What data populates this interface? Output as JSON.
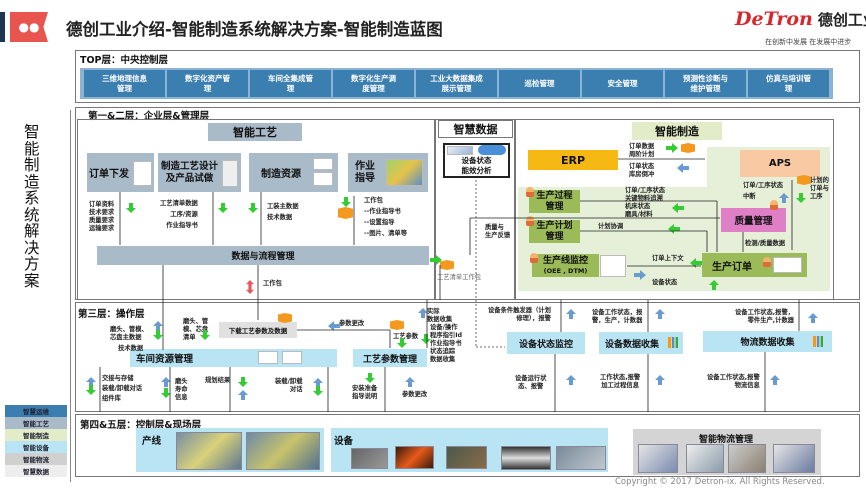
{
  "header": {
    "title": "德创工业介绍-智能制造系统解决方案-智能制造蓝图",
    "logo_en": "DeTron",
    "logo_cn": "德创工业",
    "slogan": "在创新中发展 在发展中进步"
  },
  "side_title": "智能制造系统解决方案",
  "legend": [
    {
      "label": "智慧运维",
      "color": "#3b7eb0"
    },
    {
      "label": "智能工艺",
      "color": "#a9bac9"
    },
    {
      "label": "智能制造",
      "color": "#e3ecc8"
    },
    {
      "label": "智能设备",
      "color": "#b8e4f4"
    },
    {
      "label": "智能物流",
      "color": "#d0d0d0"
    },
    {
      "label": "智慧数据",
      "color": "#eeeeee"
    }
  ],
  "top_layer": {
    "title": "TOP层：中央控制层",
    "items": [
      "三维地理信息\n管理",
      "数字化资产管\n理",
      "车间全集成管\n理",
      "数字化生产调\n度管理",
      "工业大数据集成\n展示管理",
      "巡检管理",
      "安全管理",
      "预测性诊断与\n维护管理",
      "仿真与培训管\n理"
    ]
  },
  "layer12": {
    "title": "第一&二层：企业层&管理层",
    "craft": {
      "header": "智能工艺",
      "cards": [
        "订单下发",
        "制造工艺设计\n及产品试做",
        "制造资源",
        "作业\n指导"
      ],
      "labels": [
        "订单资料\n技术要求\n质量要求\n运输要求",
        "工艺清单数据\n工序/资源\n作业指导书",
        "工装主数据\n技术数据",
        "工作包\n--作业指导书\n--设置指导\n--图片、清单等"
      ],
      "data_bar": "数据与流程管理",
      "work_package": "工作包"
    },
    "data": {
      "header": "智慧数据",
      "box": "设备状态\n能效分析",
      "feedback": "质量与\n生产反馈",
      "bom_package": "工艺清单工作包"
    },
    "mfg": {
      "header": "智能制造",
      "erp": "ERP",
      "aps": "APS",
      "process": "生产过程\n管理",
      "plan": "生产计划\n管理",
      "line_title": "生产线监控",
      "line_sub": "(OEE , DTM)",
      "quality": "质量管理",
      "order": "生产订单",
      "labels": {
        "order_data": "订单数据\n周阶计划",
        "order_status": "订单状态\n库房倒冲",
        "process_info": "订单/工序状态\n关键物料追溯\n机床状态\n磨具/材料",
        "plan_coord": "计划协调",
        "order_context": "订单上下文",
        "device_status": "设备状态",
        "aps_status": "订单/工序状态\n中断",
        "planned": "计划的\n订单与\n工序",
        "quality_data": "检测/质量数据"
      }
    }
  },
  "layer3": {
    "title": "第三层：操作层",
    "workshop": "车间资源管理",
    "download": "下载工艺参数及数据",
    "param_mgmt": "工艺参数管理",
    "dev_monitor": "设备状态监控",
    "dev_collect": "设备数据收集",
    "log_collect": "物流数据收集",
    "labels": {
      "grind_master": "磨头、管模、\n芯盘主数据",
      "tech_data": "技术数据",
      "grind_list": "磨头、管\n模、芯盘\n清单",
      "param_change1": "参数更改",
      "handover": "交接与存储\n装载/卸载对话\n组件库",
      "grind_life": "磨头\n寿命\n信息",
      "plan_result": "规划结果",
      "load_dialog": "装载/卸载\n对话",
      "install": "安装准备\n指导说明",
      "param_change2": "参数更改",
      "actual": "实际\n数据收集",
      "craft_param": "工艺参数",
      "dev_op": "设备/操作\n程序指引Id\n作业指导书\n状态追踪\n数据收集",
      "trigger": "设备条件触发器（计划\n修理），报警",
      "dev_work1": "设备工作状态，报\n警，生产，计数器",
      "dev_work2": "设备工作状态,报警，\n零件生产,计数器",
      "run_status": "设备运行状\n态、报警",
      "work_status": "工作状态,报警\n加工过程信息",
      "log_info": "设备工作状态,报警\n物流信息"
    }
  },
  "layer45": {
    "title": "第四&五层：控制层&现场层",
    "line": "产线",
    "equipment": "设备",
    "logistics": "智能物流管理"
  },
  "copyright": "Copyright © 2017 Detron-ix. All Rights Reserved."
}
